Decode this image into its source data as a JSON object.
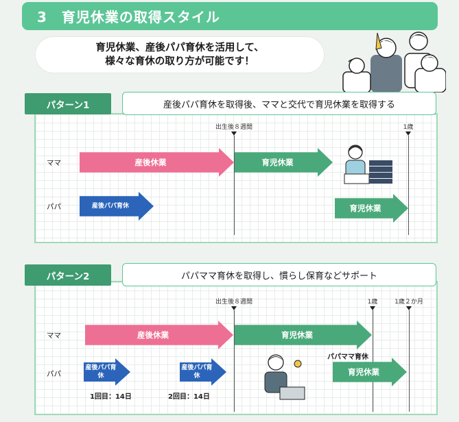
{
  "header": {
    "title": "3　育児休業の取得スタイル"
  },
  "intro": {
    "line1": "育児休業、産後パパ育休を活用して、",
    "line2": "様々な育休の取り方が可能です！"
  },
  "pattern1": {
    "tab": "パターン1",
    "title": "産後パパ育休を取得後、ママと交代で育児休業を取得する",
    "markers": {
      "m8w": "出生後８週間",
      "y1": "1歳"
    },
    "mama_label": "ママ",
    "papa_label": "パパ",
    "mama_bars": [
      "産後休業",
      "育児休業"
    ],
    "papa_bars": [
      "産後パパ育休",
      "育児休業"
    ]
  },
  "pattern2": {
    "tab": "パターン2",
    "title": "パパママ育休を取得し、慣らし保育などサポート",
    "markers": {
      "m8w": "出生後８週間",
      "y1": "1歳",
      "y1m2": "1歳２か月"
    },
    "mama_label": "ママ",
    "papa_label": "パパ",
    "mama_bars": [
      "産後休業",
      "育児休業"
    ],
    "papa_bars": [
      "産後パパ育休",
      "産後パパ育休",
      "育児休業"
    ],
    "papamama_note": "パパママ育休",
    "first_note": "1回目：14日",
    "second_note": "2回目：14日"
  },
  "colors": {
    "header": "#5bc596",
    "tab": "#3f9b70",
    "pink": "#ee6f94",
    "green": "#4aa97a",
    "blue": "#2b64b9"
  }
}
